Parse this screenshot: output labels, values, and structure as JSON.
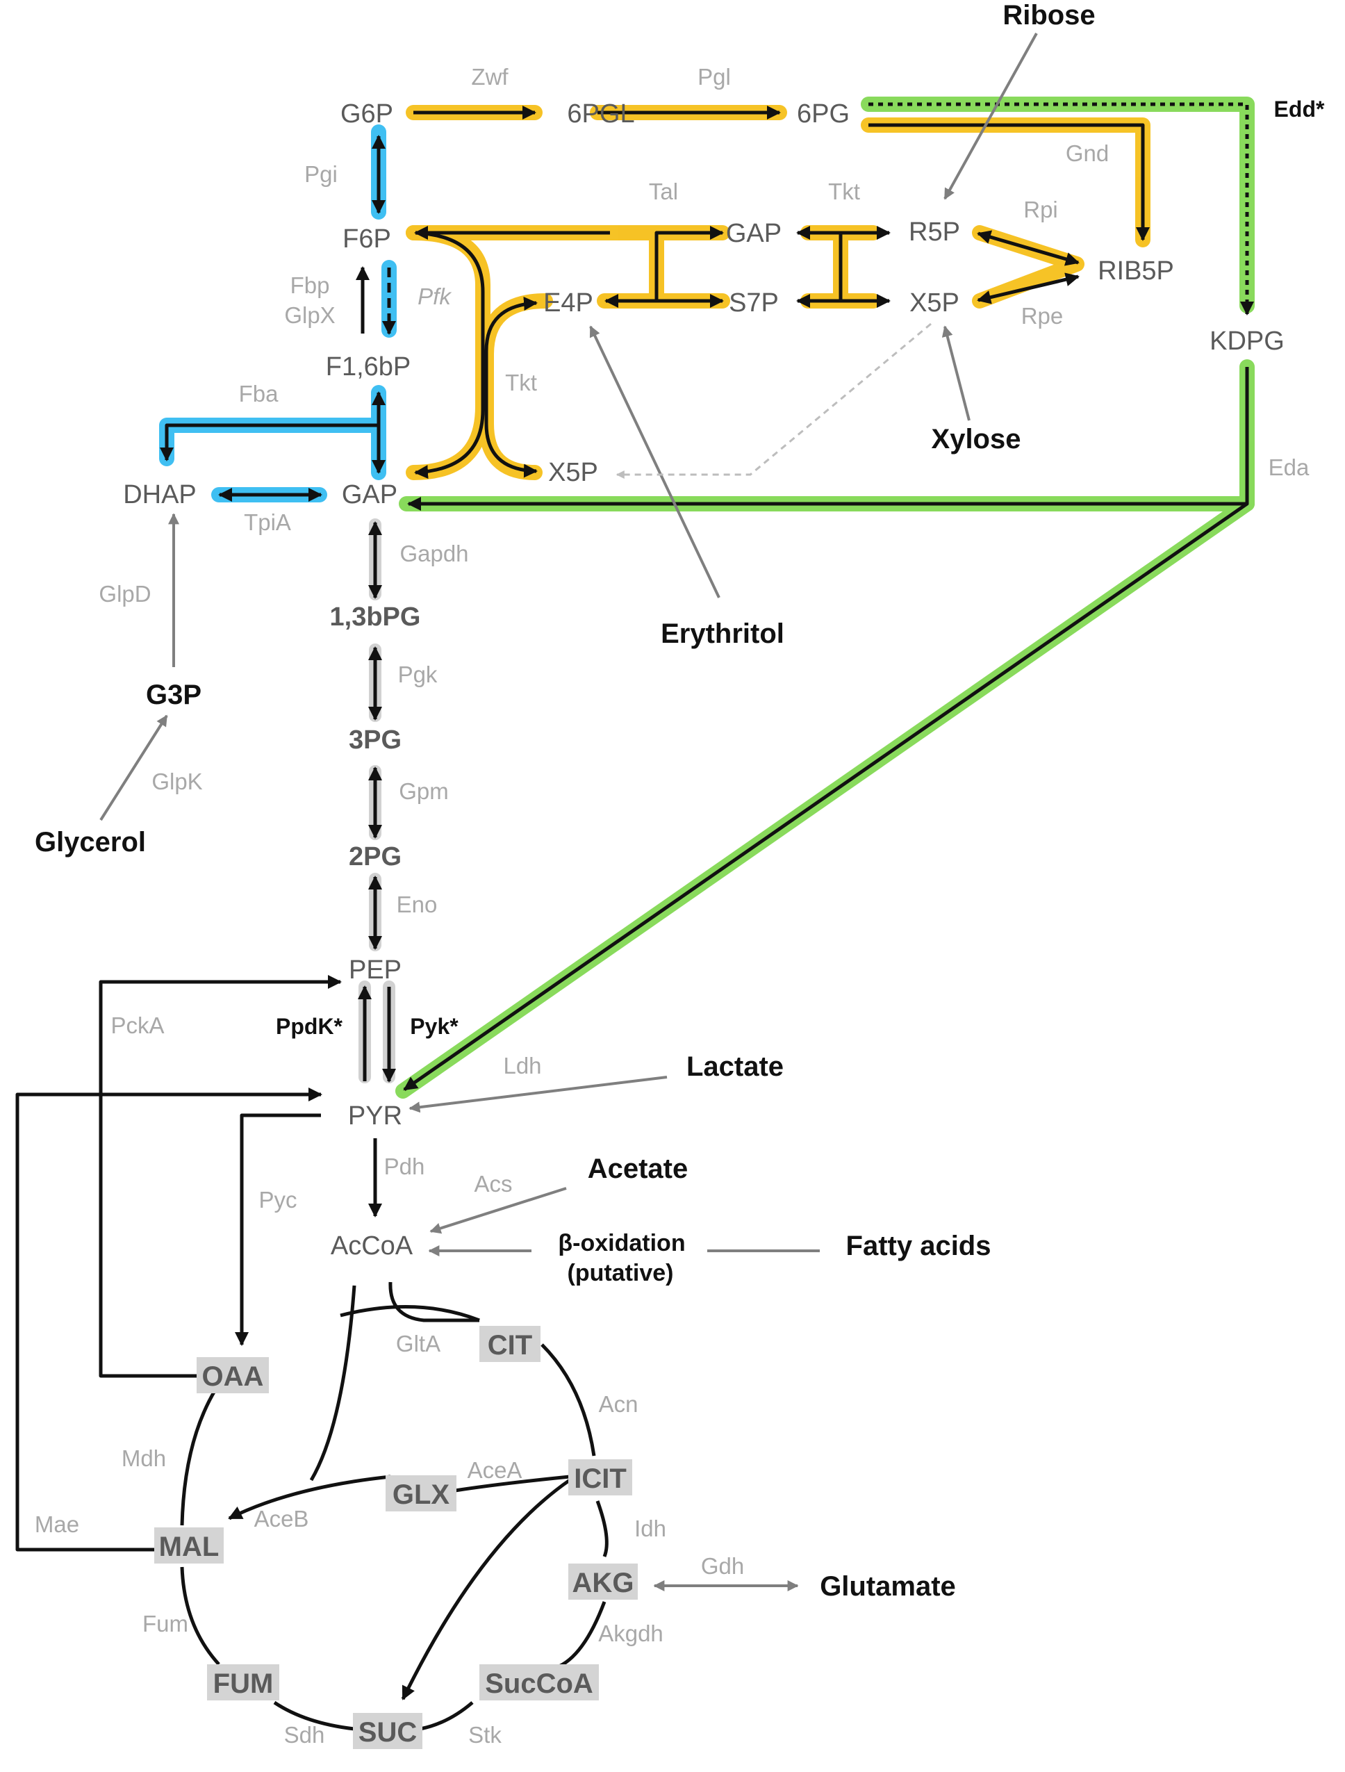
{
  "colors": {
    "pentose_phosphate": "#f5b800",
    "glycolysis_upper": "#1eb4f0",
    "entner_doudoroff": "#7cd64a",
    "line": "#111111",
    "substrate_arrow": "#7f7f7f",
    "enzyme_text": "#a8a8a8",
    "tca_box": "#d4d4d4"
  },
  "metabolites": {
    "g6p": "G6P",
    "pgl6": "6PGL",
    "pg6": "6PG",
    "f6p": "F6P",
    "f16bp": "F1,6bP",
    "dhap": "DHAP",
    "gap": "GAP",
    "gap_ppp": "GAP",
    "s7p": "S7P",
    "e4p": "E4P",
    "r5p": "R5P",
    "x5p_a": "X5P",
    "x5p_b": "X5P",
    "rib5p": "RIB5P",
    "kdpg": "KDPG",
    "bpg13": "1,3bPG",
    "pg3": "3PG",
    "pg2": "2PG",
    "pep": "PEP",
    "pyr": "PYR",
    "accoa": "AcCoA",
    "g3p": "G3P"
  },
  "tca": {
    "oaa": "OAA",
    "cit": "CIT",
    "icit": "ICIT",
    "glx": "GLX",
    "mal": "MAL",
    "akg": "AKG",
    "fum": "FUM",
    "suc": "SUC",
    "succoa": "SucCoA"
  },
  "enzymes": {
    "zwf": "Zwf",
    "pgl": "Pgl",
    "gnd": "Gnd",
    "pgi": "Pgi",
    "tal": "Tal",
    "tkt1": "Tkt",
    "rpi": "Rpi",
    "rpe": "Rpe",
    "fbp": "Fbp",
    "glpx": "GlpX",
    "pfk": "Pfk",
    "tkt2": "Tkt",
    "fba": "Fba",
    "tpia": "TpiA",
    "gapdh": "Gapdh",
    "pgk": "Pgk",
    "gpm": "Gpm",
    "eno": "Eno",
    "glpd": "GlpD",
    "glpk": "GlpK",
    "pcka": "PckA",
    "ldh": "Ldh",
    "pdh": "Pdh",
    "acs": "Acs",
    "pyc": "Pyc",
    "glta": "GltA",
    "acn": "Acn",
    "acea": "AceA",
    "aceb": "AceB",
    "idh": "Idh",
    "mdh": "Mdh",
    "mae": "Mae",
    "gdh": "Gdh",
    "fum": "Fum",
    "akgdh": "Akgdh",
    "sdh": "Sdh",
    "stk": "Stk",
    "eda": "Eda"
  },
  "key_enzymes": {
    "edd": "Edd*",
    "ppdk": "PpdK*",
    "pyk": "Pyk*"
  },
  "substrates": {
    "ribose": "Ribose",
    "xylose": "Xylose",
    "erythritol": "Erythritol",
    "glycerol": "Glycerol",
    "lactate": "Lactate",
    "acetate": "Acetate",
    "fatty_acids": "Fatty acids",
    "glutamate": "Glutamate",
    "beta_ox_1": "β-oxidation",
    "beta_ox_2": "(putative)"
  }
}
